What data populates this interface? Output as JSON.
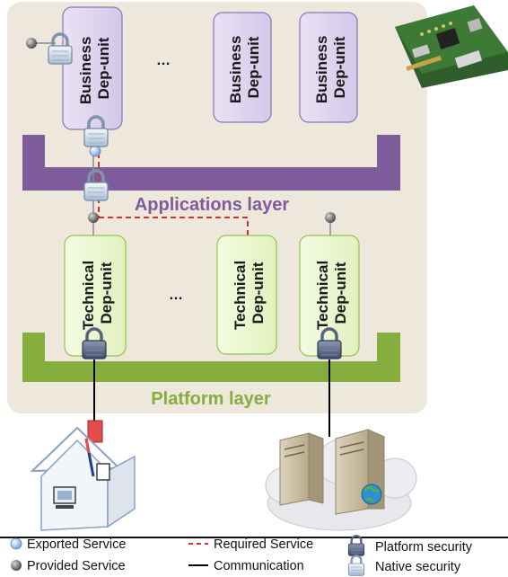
{
  "business_units": [
    {
      "line1": "Business",
      "line2": "Dep-unit"
    },
    {
      "line1": "Business",
      "line2": "Dep-unit"
    },
    {
      "line1": "Business",
      "line2": "Dep-unit"
    }
  ],
  "technical_units": [
    {
      "line1": "Technical",
      "line2": "Dep-unit"
    },
    {
      "line1": "Technical",
      "line2": "Dep-unit"
    },
    {
      "line1": "Technical",
      "line2": "Dep-unit"
    }
  ],
  "ellipsis": "…",
  "applications_layer_label": "Applications layer",
  "platform_layer_label": "Platform layer",
  "legend": {
    "exported_service": "Exported Service",
    "provided_service": "Provided Service",
    "required_service": "Required Service",
    "communication": "Communication",
    "platform_security": "Platform security",
    "native_security": "Native security"
  },
  "colors": {
    "container_bg": "#ede7dc",
    "business_fill": "#ddd5ee",
    "business_stroke": "#8b75b4",
    "applications_layer": "#7e5c9c",
    "technical_fill": "#eef6d6",
    "technical_stroke": "#93c44a",
    "platform_layer": "#86ae3f",
    "required_service_line": "#d62f2f"
  }
}
